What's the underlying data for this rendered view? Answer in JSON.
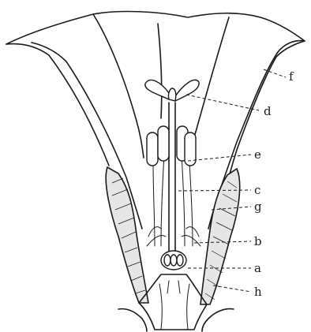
{
  "diagram": {
    "labels": {
      "a": "a",
      "b": "b",
      "c": "c",
      "d": "d",
      "e": "e",
      "f": "f",
      "g": "g",
      "h": "h"
    }
  }
}
